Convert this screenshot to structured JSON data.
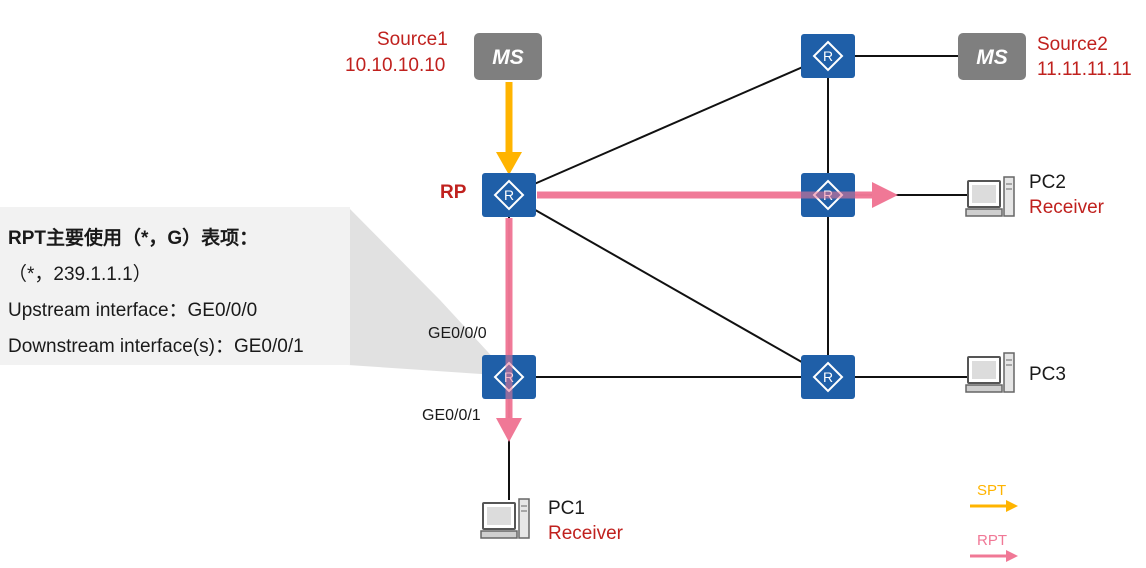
{
  "colors": {
    "router_blue": "#1f5fa8",
    "ms_gray": "#7f7f7f",
    "spt_orange": "#ffb400",
    "rpt_pink": "#f07896",
    "label_red": "#c0211e"
  },
  "sources": {
    "source1": {
      "name": "Source1",
      "ip": "10.10.10.10",
      "icon_text": "MS"
    },
    "source2": {
      "name": "Source2",
      "ip": "11.11.11.11",
      "icon_text": "MS"
    }
  },
  "rp_label": "RP",
  "interfaces": {
    "upstream": "GE0/0/0",
    "downstream": "GE0/0/1"
  },
  "pcs": {
    "pc1": {
      "name": "PC1",
      "role": "Receiver"
    },
    "pc2": {
      "name": "PC2",
      "role": "Receiver"
    },
    "pc3": {
      "name": "PC3"
    }
  },
  "info_panel": {
    "title": "RPT主要使用（*，G）表项：",
    "entry": "（*，239.1.1.1）",
    "upstream": "Upstream interface：GE0/0/0",
    "downstream": "Downstream interface(s)：GE0/0/1"
  },
  "legend": {
    "spt": "SPT",
    "rpt": "RPT"
  }
}
